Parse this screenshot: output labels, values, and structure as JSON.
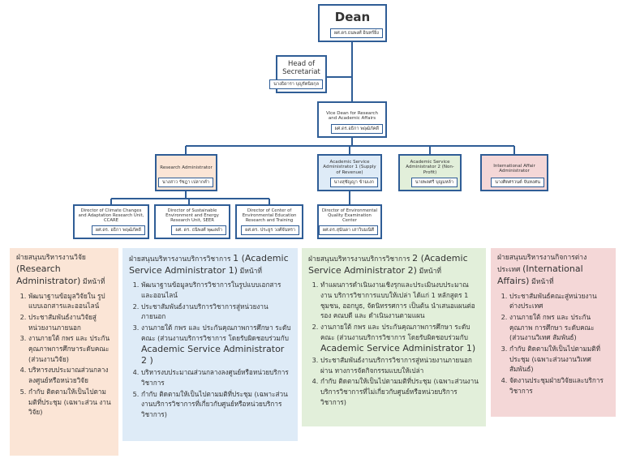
{
  "org": {
    "dean": {
      "title": "Dean",
      "name": "ผศ.ดร.ธนพงศ์ อินทร์ยิ่ง"
    },
    "secretariat": {
      "title": "Head of Secretariat",
      "name": "นางธิดารา บุญรัตนิยกุล"
    },
    "vice_dean": {
      "title": "Vice Dean for Research and Academic Affairs",
      "name": "ผศ.ดร.อธิกา พฤฒิภัคดี"
    },
    "research_admin": {
      "title": "Research Administrator",
      "name": "นางสาว รัชฎา เปลากคำ"
    },
    "service_admin_1": {
      "title": "Academic Service Administrator 1 (Supply of Revenue)",
      "name": "นางสุชัญญา ข้ามเงก"
    },
    "service_admin_2": {
      "title": "Academic Service Administrator 2 (Non-Profit)",
      "name": "นายพลศรี บุญมหล้า"
    },
    "intl_admin": {
      "title": "International Affair Administrator",
      "name": "นางศิตศรวนต์ จันทงศน"
    },
    "dir_climate": {
      "title": "Director of Climate Changes and Adaptation Research Unit, CCARE",
      "name": "ผศ.ดร. อธิกา พฤฒิภัคดี"
    },
    "dir_seer": {
      "title": "Director of Sustainable Environment and Energy Research Unit, SEER",
      "name": "ผศ. ดร. ธนิพงศ์ พุฒลดำ"
    },
    "dir_education": {
      "title": "Director of Center of Environmental Education Research and Training",
      "name": "ผศ.ดร. ประยูร วงศ์จันทรา"
    },
    "dir_quality": {
      "title": "Director of Environmental Quality Examination Center",
      "name": "ผศ.ดร.สุนันดา เสาวิบมณิศี"
    }
  },
  "panels": {
    "research": {
      "head_prefix": "ฝ่ายสนุนบริหารงานวิจัย",
      "head_en": "(Research Administrator)",
      "head_suffix": "มีหน้าที่",
      "items": [
        "พัฒนาฐานข้อมูลวิจัยใน รูปแบบเอกสารและออนไลน์",
        "ประชาสัมพันธ์งานวิจัยสู่ หน่วยงานภายนอก",
        "งานภายใต้ กพร และ ประกัน คุณภาพการศึกษาระดับคณะ (ส่วนงานวิจัย)",
        "บริหารงบประมาณส่วนกลาง ลงศูนย์หรือหน่วยวิจัย",
        "กำกับ ติดตามให้เป็นไปตาม มติที่ประชุม (เฉพาะส่วน งานวิจัย)"
      ]
    },
    "service1": {
      "head_prefix": "ฝ่ายสนุนบริหารงานบริการวิชาการ",
      "head_en": "1 (Academic Service Administrator 1)",
      "head_suffix": "มีหน้าที่",
      "items": [
        "พัฒนาฐานข้อมูลบริการวิชาการในรูปแบบเอกสาร และออนไลน์",
        "ประชาสัมพันธ์งานบริการวิชาการสู่หน่วยงานภายนอก",
        "งานภายใต้ กพร และ ประกันคุณภาพการศึกษา ระดับ คณะ (ส่วนงานบริการวิชาการ โดยรับผิดชอบร่วมกับ",
        "บริหารงบประมาณส่วนกลางลงศูนย์หรือหน่วยบริการ วิชาการ",
        "กำกับ ติดตามให้เป็นไปตามมติที่ประชุม (เฉพาะส่วน งานบริการวิชาการที่เกี่ยวกับศูนย์หรือหน่วยบริการ วิชาการ)"
      ],
      "item3_en": "Academic Service Administrator 2 )"
    },
    "service2": {
      "head_prefix": "ฝ่ายสนุนบริหารงานบริการวิชาการ",
      "head_en": "2 (Academic Service Administrator 2)",
      "head_suffix": "มีหน้าที่",
      "items": [
        "ทำแผนการดำเนินงานเชิงรุกและประเมินงบประมาณงาน บริการวิชาการแบบให้เปล่า ได้แก่ 1 หลักสูตร 1 ชุมชน, ออกบูธ, จัดนิทรรศการ เป็นต้น นำเสนอแผนต่อรอง คณบดี และ ดำเนินงานตามแผน",
        "งานภายใต้ กพร และ ประกันคุณภาพการศึกษา ระดับ คณะ (ส่วนงานบริการวิชาการ โดยรับผิดชอบร่วมกับ",
        "ประชาสัมพันธ์งานบริการวิชาการสู่หน่วยงานภายนอกผ่าน ทางการจัดกิจกรรมแบบให้เปล่า",
        "กำกับ ติดตามให้เป็นไปตามมติที่ประชุม (เฉพาะส่วนงาน บริการวิชาการที่ไม่เกี่ยวกับศูนย์หรือหน่วยบริการวิชาการ)"
      ],
      "item2_en": "Academic Service Administrator 1)"
    },
    "intl": {
      "head_prefix": "ฝ่ายสนุนบริหารงานกิจการต่างประเทศ",
      "head_en": "(International Affairs)",
      "head_suffix": "มีหน้าที่",
      "items": [
        "ประชาสัมพันธ์คณะสู่หน่วยงาน ต่างประเทศ",
        "งานภายใต้ กพร และ ประกันคุณภาพ การศึกษา ระดับคณะ (ส่วนงานวิเทศ สัมพันธ์)",
        "กำกับ ติดตามให้เป็นไปตามมติที่ ประชุม (เฉพาะส่วนงานวิเทศ สัมพันธ์)",
        "จัดงานประชุมฝ่ายวิจัยและบริการ วิชาการ"
      ]
    }
  },
  "colors": {
    "line": "#2f5d96",
    "research": "#fbe5d6",
    "service": "#deebf7",
    "service2": "#e2efda",
    "intl": "#f4d7d7"
  }
}
